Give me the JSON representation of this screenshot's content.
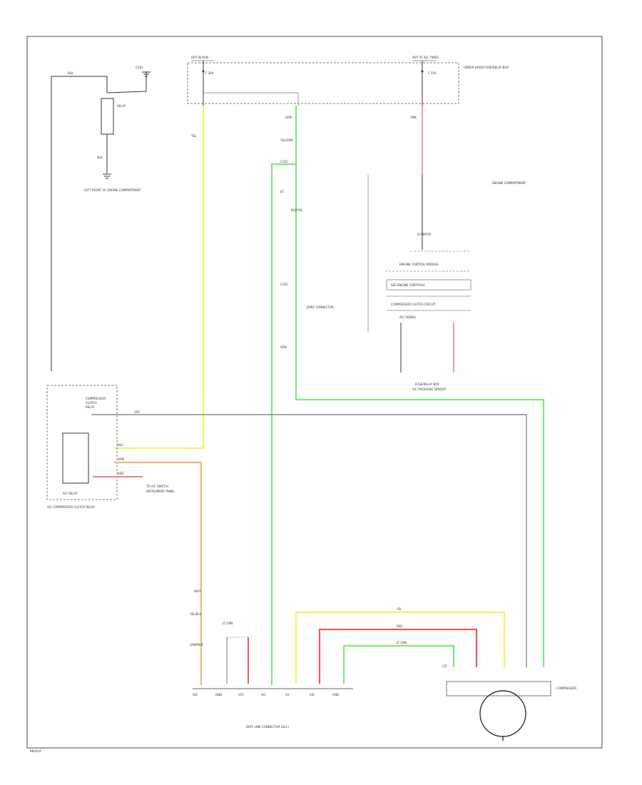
{
  "labels": {
    "fuse_top_left_header": "HOT IN RUN",
    "fuse_top_right_header": "HOT AT ALL TIMES",
    "fuse_a_id": "F 30A",
    "fuse_b_id": "F 15A",
    "fuse_box_name": "UNDER-HOOD FUSE/RELAY BOX",
    "ground_top": "G101",
    "sensor_coil": "RELAY",
    "left_ground": "LEFT FRONT OF ENGINE COMPARTMENT",
    "wire_blk_left_top": "BLK",
    "wire_blk_left_bottom": "BLK",
    "wire_yel_top": "YEL",
    "wire_grn_top": "GRN",
    "wire_pnk_top": "PNK",
    "wire_yel_grn": "YEL/GRN",
    "wire_grn_splice": "C101",
    "junction_a": "J/C",
    "splice_b": "C102",
    "via_text": "BLU/YEL",
    "joint_label": "JOINT CONNECTOR",
    "mod_note": "ENGINE COMPARTMENT",
    "pcm_label": "ECM/PCM",
    "pcm_sub": "ENGINE CONTROL MODULE",
    "pcm_row1": "SEE ENGINE CONTROLS",
    "pcm_row2": "COMPRESSOR CLUTCH CIRCUIT",
    "pcm_row3": "A/C SIGNAL",
    "fuse_bottom_name": "FUSE/RELAY BOX",
    "ecm_bottom": "A/C PRESSURE SENSOR",
    "relay_module": "A/C RELAY",
    "relay_sub": "A/C COMPRESSOR CLUTCH RELAY",
    "relay_lines": [
      "COMPRESSOR",
      "CLUTCH",
      "RELAY"
    ],
    "wire_red_side": "RED",
    "wire_orn_side": "ORN",
    "wire_blu_side": "BLU",
    "wire_gry_side": "GRY",
    "small_note": "TO A/C SWITCH",
    "small_note2": "INSTRUMENT PANEL",
    "bottom_connector": "DATA LINK CONNECTOR (DLC)",
    "wire_a1": "WHT",
    "wire_a2": "YEL/BLK",
    "wire_a3": "GRN/RED",
    "grn_a": "GRN",
    "grn_b": "LT GRN",
    "yel_label": "YEL",
    "red_label": "RED",
    "ltgrn_label": "LT GRN",
    "motor_label": "COMPRESSOR",
    "connector_pins": [
      "SIG",
      "GND",
      "VCC",
      "A/C",
      "5V",
      "SIG",
      "GND",
      "CLT"
    ],
    "corner_ref": "6B0024"
  },
  "colors": {
    "yellow": "#f2f261",
    "green": "#7de87d",
    "orange": "#f5b47c",
    "red": "#ef5a5a",
    "pink": "#f4a0b0",
    "gray": "#8a8a8a",
    "black": "#333333"
  }
}
